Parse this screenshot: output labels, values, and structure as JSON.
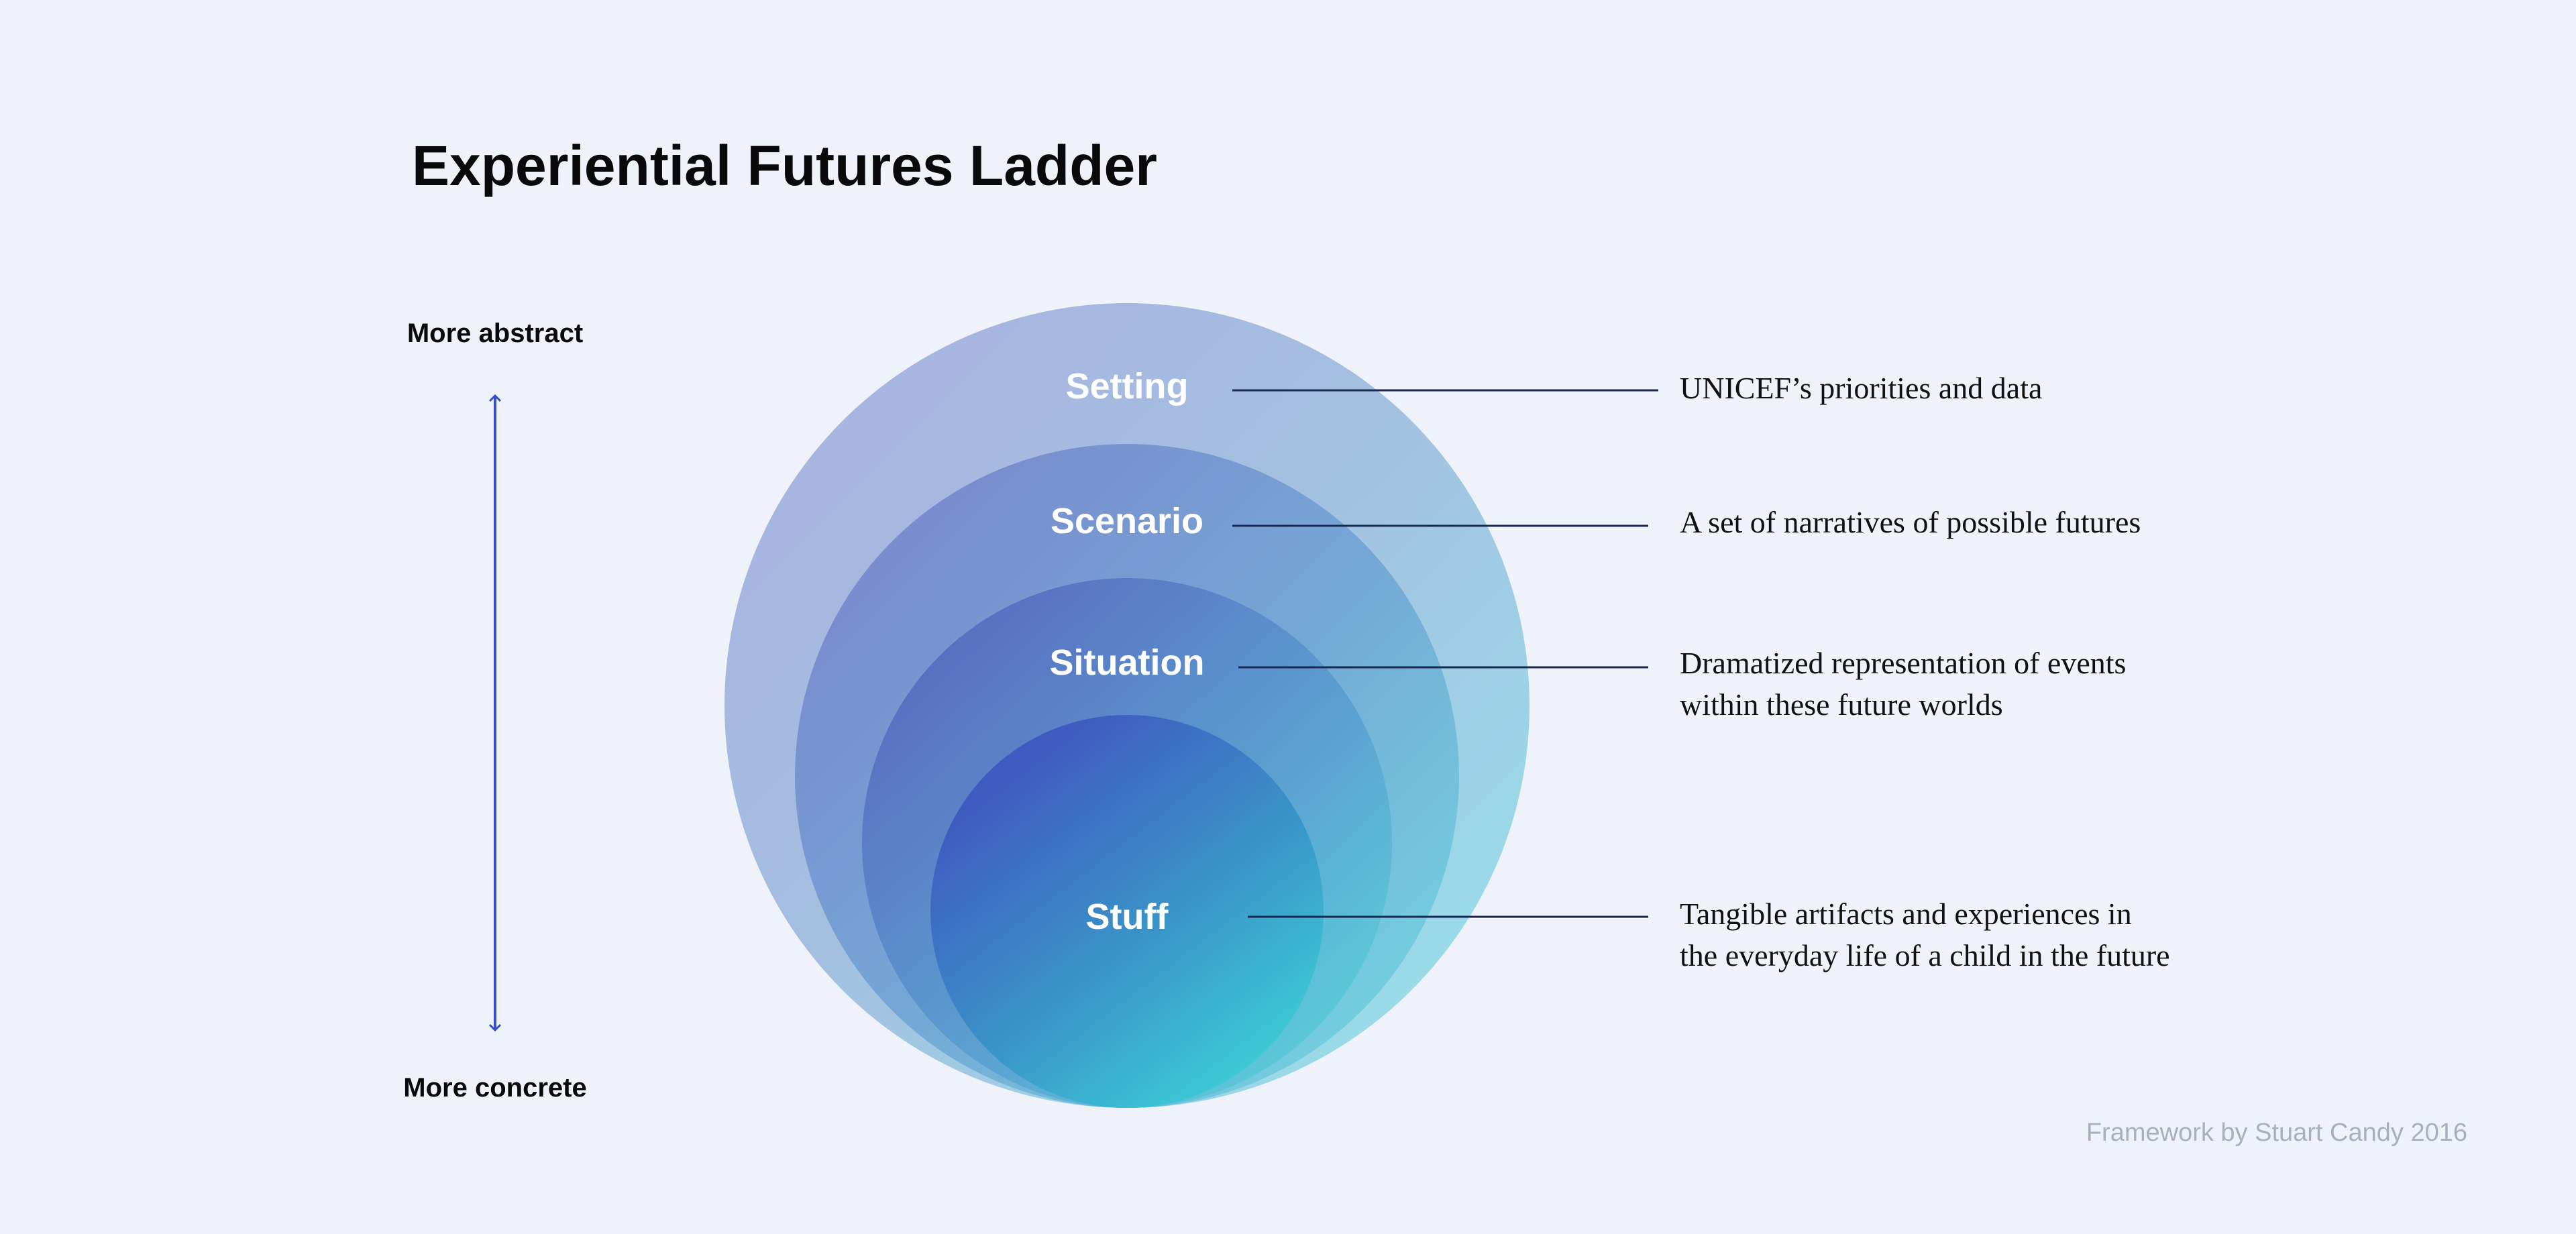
{
  "title": "Experiential Futures Ladder",
  "axis": {
    "top_label": "More abstract",
    "bottom_label": "More concrete",
    "arrow_color": "#3550c8"
  },
  "levels": [
    {
      "label": "Setting",
      "description_lines": [
        "UNICEF’s priorities and data"
      ]
    },
    {
      "label": "Scenario",
      "description_lines": [
        "A set of narratives of possible futures"
      ]
    },
    {
      "label": "Situation",
      "description_lines": [
        "Dramatized representation of events",
        "within these future worlds"
      ]
    },
    {
      "label": "Stuff",
      "description_lines": [
        "Tangible artifacts and experiences in",
        "the everyday life of a child in the future"
      ]
    }
  ],
  "credit": "Framework by Stuart Candy 2016",
  "colors": {
    "background": "#eff2f8",
    "leader_line": "#1b2a55",
    "gradient_blue": "#3f5bc2",
    "gradient_cyan": "#3ed8dc"
  }
}
